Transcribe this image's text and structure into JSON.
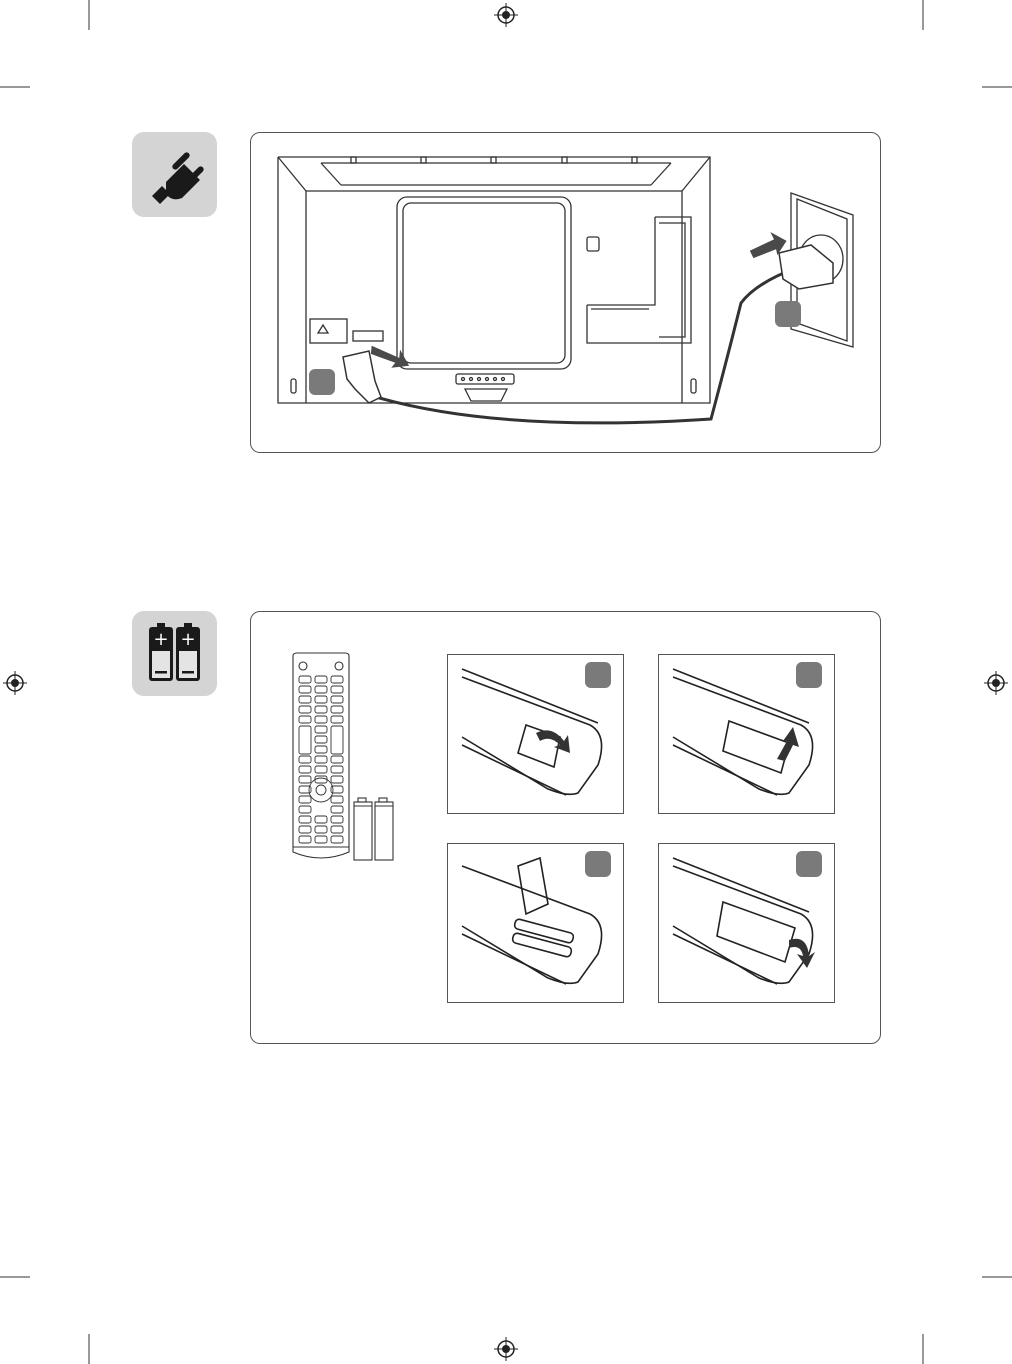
{
  "page": {
    "background": "#ffffff",
    "tile_color": "#d4d4d4",
    "badge_color": "#7a7a7a",
    "line_color": "#333333"
  },
  "icons": {
    "power": "power-plug-icon",
    "battery": "battery-icon",
    "registration": "registration-mark-icon"
  },
  "sections": [
    {
      "id": "power-connection",
      "icon": "power-plug-icon",
      "badges": 2
    },
    {
      "id": "battery-installation",
      "icon": "battery-icon",
      "steps": 4
    }
  ]
}
